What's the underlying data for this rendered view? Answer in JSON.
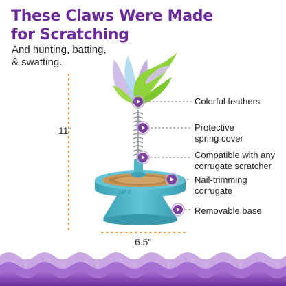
{
  "headline": {
    "line1": "These Claws Were Made",
    "line2": "for Scratching"
  },
  "subheadline": {
    "line1": "And hunting, batting,",
    "line2": "& swatting."
  },
  "dimensions": {
    "height": "11\"",
    "width": "6.5\""
  },
  "callouts": [
    {
      "lines": [
        "Colorful feathers"
      ]
    },
    {
      "lines": [
        "Protective",
        "spring cover"
      ]
    },
    {
      "lines": [
        "Compatible with any",
        "corrugate scratcher"
      ]
    },
    {
      "lines": [
        "Nail-trimming",
        "corrugate"
      ]
    },
    {
      "lines": [
        "Removable base"
      ]
    }
  ],
  "product": {
    "base_imprint": "CAT IT"
  },
  "colors": {
    "headline": "#6b2a9a",
    "marker": "#7b3fa0",
    "toy_base": "#4fb6c9",
    "feather_green": "#8ed43a",
    "feather_lavender": "#b9a4d8",
    "dimension_dots": "#f08a2a",
    "wave_purple": "#8e4fc0"
  }
}
